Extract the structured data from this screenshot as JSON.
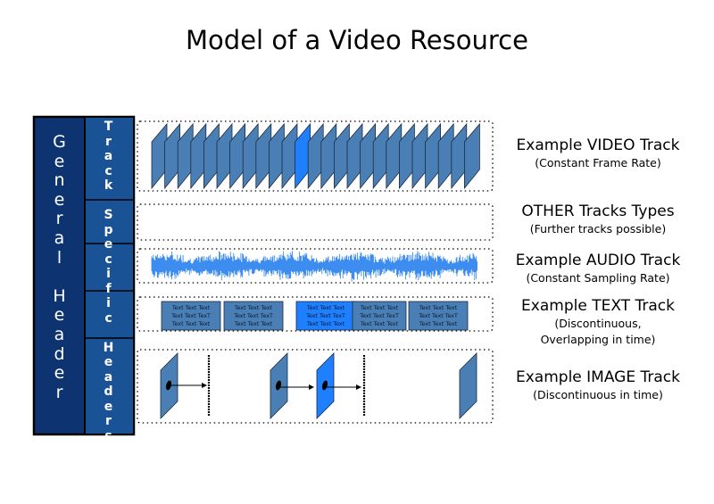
{
  "title": "Model of a Video Resource",
  "header": {
    "general": "General Header",
    "track_specific": [
      "Track",
      "Specific",
      "Headers"
    ]
  },
  "tracks": [
    {
      "label": "Example VIDEO Track",
      "sublabel": "(Constant Frame Rate)"
    },
    {
      "label": "OTHER Tracks Types",
      "sublabel": "(Further tracks possible)"
    },
    {
      "label": "Example AUDIO Track",
      "sublabel": "(Constant Sampling Rate)"
    },
    {
      "label": "Example TEXT Track",
      "sublabel": "(Discontinuous,",
      "sublabel2": "Overlapping in time)"
    },
    {
      "label": "Example IMAGE Track",
      "sublabel": "(Discontinuous in time)"
    }
  ],
  "text_cues": [
    {
      "lines": [
        "Text Text Text",
        "Text Text TexT",
        "Text Text Text"
      ],
      "highlight": false
    },
    {
      "lines": [
        "Text Text Text",
        "Text Text TexT",
        "Text Text Text"
      ],
      "highlight": false
    },
    {
      "lines": [
        "Text Text Text",
        "Text Text TexT",
        "Text Text Text"
      ],
      "highlight": true
    },
    {
      "lines": [
        "Text Text Text",
        "Text Text TexT",
        "Text Text Text"
      ],
      "highlight": false
    },
    {
      "lines": [
        "Text Text Text",
        "Text Text TexT",
        "Text Text Text"
      ],
      "highlight": false
    }
  ],
  "colors": {
    "frame": "#4a7fb5",
    "frame_highlight": "#1e7fff",
    "header_bg": "#0d3470",
    "track_header_bg": "#1a5296",
    "audio": "#3d8cf0"
  }
}
